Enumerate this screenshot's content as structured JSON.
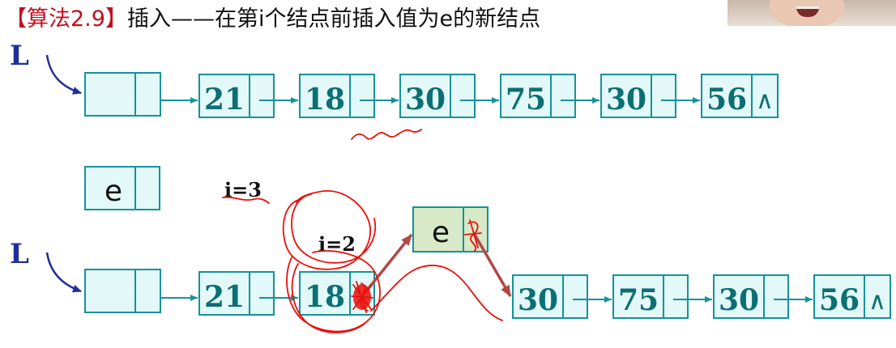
{
  "title": {
    "tag": "【算法2.9】",
    "text": "插入——在第i个结点前插入值为e的新结点"
  },
  "labels": {
    "head1": "L",
    "head2": "L",
    "i3": "i=3",
    "i2": "i=2"
  },
  "list_before": [
    "21",
    "18",
    "30",
    "75",
    "30",
    "56"
  ],
  "new_node": "e",
  "list_after_top": [
    "21",
    "18"
  ],
  "list_after_bottom": [
    "30",
    "75",
    "30",
    "56"
  ],
  "null_symbol": "∧",
  "colors": {
    "node_fill": "#e3f8f8",
    "node_border": "#16929a",
    "new_node_fill": "#d7e9c6",
    "value_text": "#0b6f73",
    "title_tag": "#c0101e",
    "pointer_L": "#1f2f9a",
    "annotation_red": "#e8100c",
    "link_arrow": "#b04848"
  }
}
